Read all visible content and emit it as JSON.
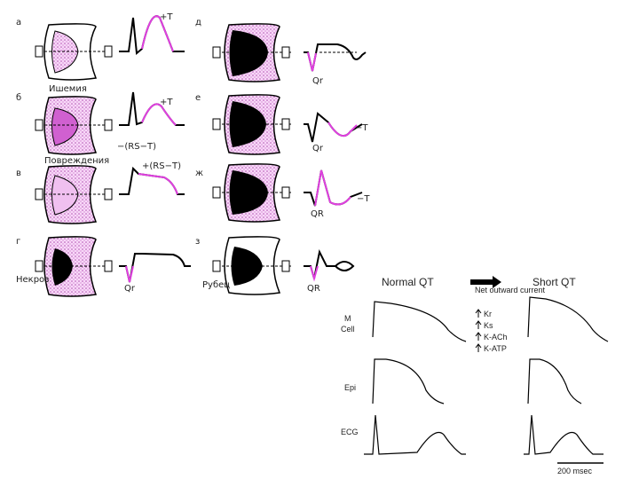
{
  "panels": [
    {
      "letter": "а",
      "region_label": "Ишемия",
      "wave_labels": [
        "+T"
      ]
    },
    {
      "letter": "б",
      "region_label": "Повреждения",
      "wave_labels": [
        "+T",
        "−(RS−T)"
      ]
    },
    {
      "letter": "в",
      "region_label": "",
      "wave_labels": [
        "+(RS−T)"
      ]
    },
    {
      "letter": "г",
      "region_label": "Некроз",
      "wave_labels": [
        "Qr"
      ]
    },
    {
      "letter": "д",
      "region_label": "",
      "wave_labels": [
        "Qr"
      ]
    },
    {
      "letter": "е",
      "region_label": "",
      "wave_labels": [
        "Qr",
        "−T"
      ]
    },
    {
      "letter": "ж",
      "region_label": "",
      "wave_labels": [
        "QR",
        "−T"
      ]
    },
    {
      "letter": "з",
      "region_label": "Рубец",
      "wave_labels": [
        "QR"
      ]
    }
  ],
  "qt": {
    "title_normal": "Normal QT",
    "title_short": "Short QT",
    "rows": [
      "M\nCell",
      "Epi",
      "ECG"
    ],
    "currents_header": "Net outward current",
    "currents": [
      "Kr",
      "Ks",
      "K-ACh",
      "K-ATP"
    ],
    "scale_bar": "200 msec"
  },
  "colors": {
    "magenta": "#e040e0",
    "hatch": "#f0b8f0",
    "black": "#000000"
  }
}
